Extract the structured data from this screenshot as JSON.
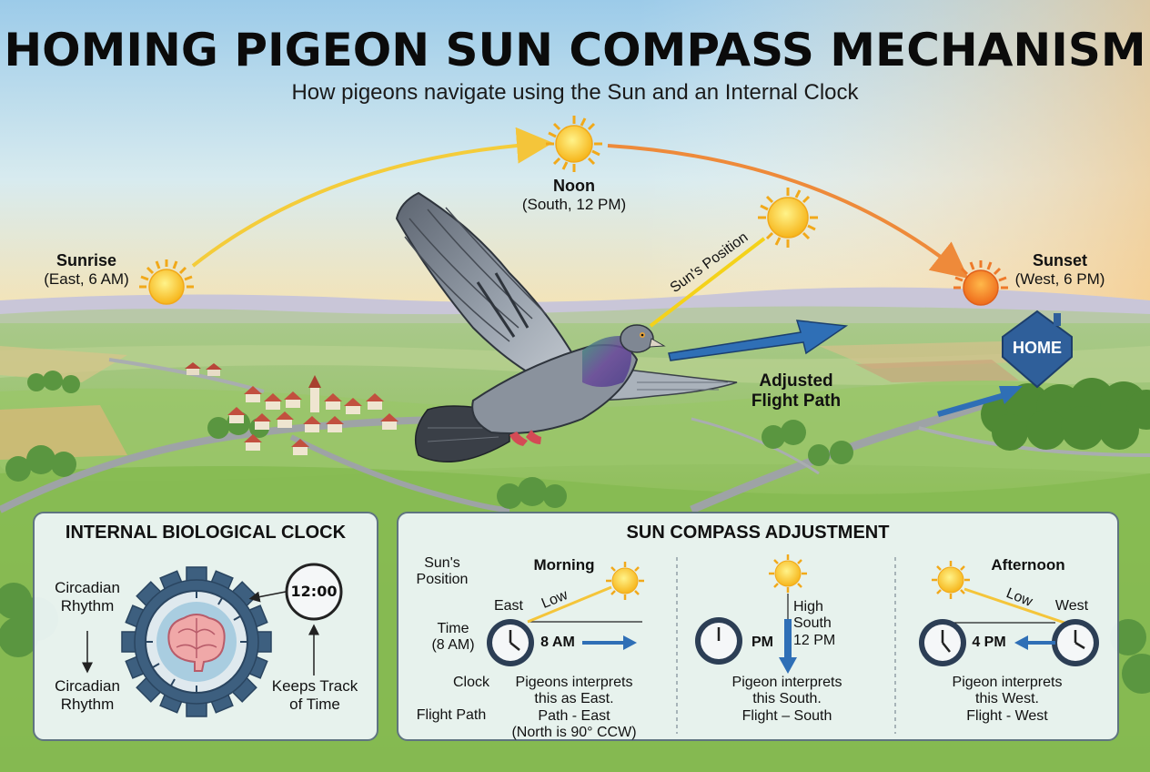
{
  "header": {
    "title": "HOMING PIGEON SUN COMPASS MECHANISM",
    "subtitle": "How pigeons navigate using the Sun and an Internal Clock"
  },
  "sky": {
    "sunrise_label": "Sunrise",
    "sunrise_detail": "(East, 6 AM)",
    "noon_label": "Noon",
    "noon_detail": "(South, 12 PM)",
    "sunset_label": "Sunset",
    "sunset_detail": "(West, 6 PM)",
    "sun_position_label": "Sun's Position",
    "flight_path_label_1": "Adjusted",
    "flight_path_label_2": "Flight Path",
    "home_label": "HOME"
  },
  "clock_panel": {
    "title": "INTERNAL BIOLOGICAL CLOCK",
    "rhythm_top_1": "Circadian",
    "rhythm_top_2": "Rhythm",
    "rhythm_bottom_1": "Circadian",
    "rhythm_bottom_2": "Rhythm",
    "clock_readout": "12:00",
    "keeps_1": "Keeps Track",
    "keeps_2": "of Time"
  },
  "compass_panel": {
    "title": "SUN COMPASS ADJUSTMENT",
    "row_labels": {
      "suns_position_1": "Sun's",
      "suns_position_2": "Position",
      "time_1": "Time",
      "time_2": "(8 AM)",
      "clock": "Clock",
      "flight_path": "Flight Path"
    },
    "morning": {
      "heading": "Morning",
      "elevation": "Low",
      "direction": "East",
      "time": "8 AM",
      "interp_1": "Pigeons interprets",
      "interp_2": "this as East.",
      "interp_3": "Path - East",
      "interp_4": "(North is 90° CCW)"
    },
    "noon": {
      "elevation": "High",
      "direction": "South",
      "time_right": "12 PM",
      "time_left": "PM",
      "interp_1": "Pigeon interprets",
      "interp_2": "this South.",
      "interp_3": "Flight – South"
    },
    "afternoon": {
      "heading": "Afternoon",
      "elevation": "Low",
      "direction": "West",
      "time": "4 PM",
      "interp_1": "Pigeon interprets",
      "interp_2": "this West.",
      "interp_3": "Flight - West"
    }
  },
  "colors": {
    "sky_top": "#a9d3ee",
    "sky_horizon": "#f6e3b4",
    "field": "#8fbf5a",
    "sun": "#f7c21a",
    "sun_path": "#f2a93a",
    "flight_arrow": "#2f6fb6",
    "panel_bg": "#ecf4f6",
    "panel_border": "#5f7480",
    "pigeon": "#7f8793"
  }
}
